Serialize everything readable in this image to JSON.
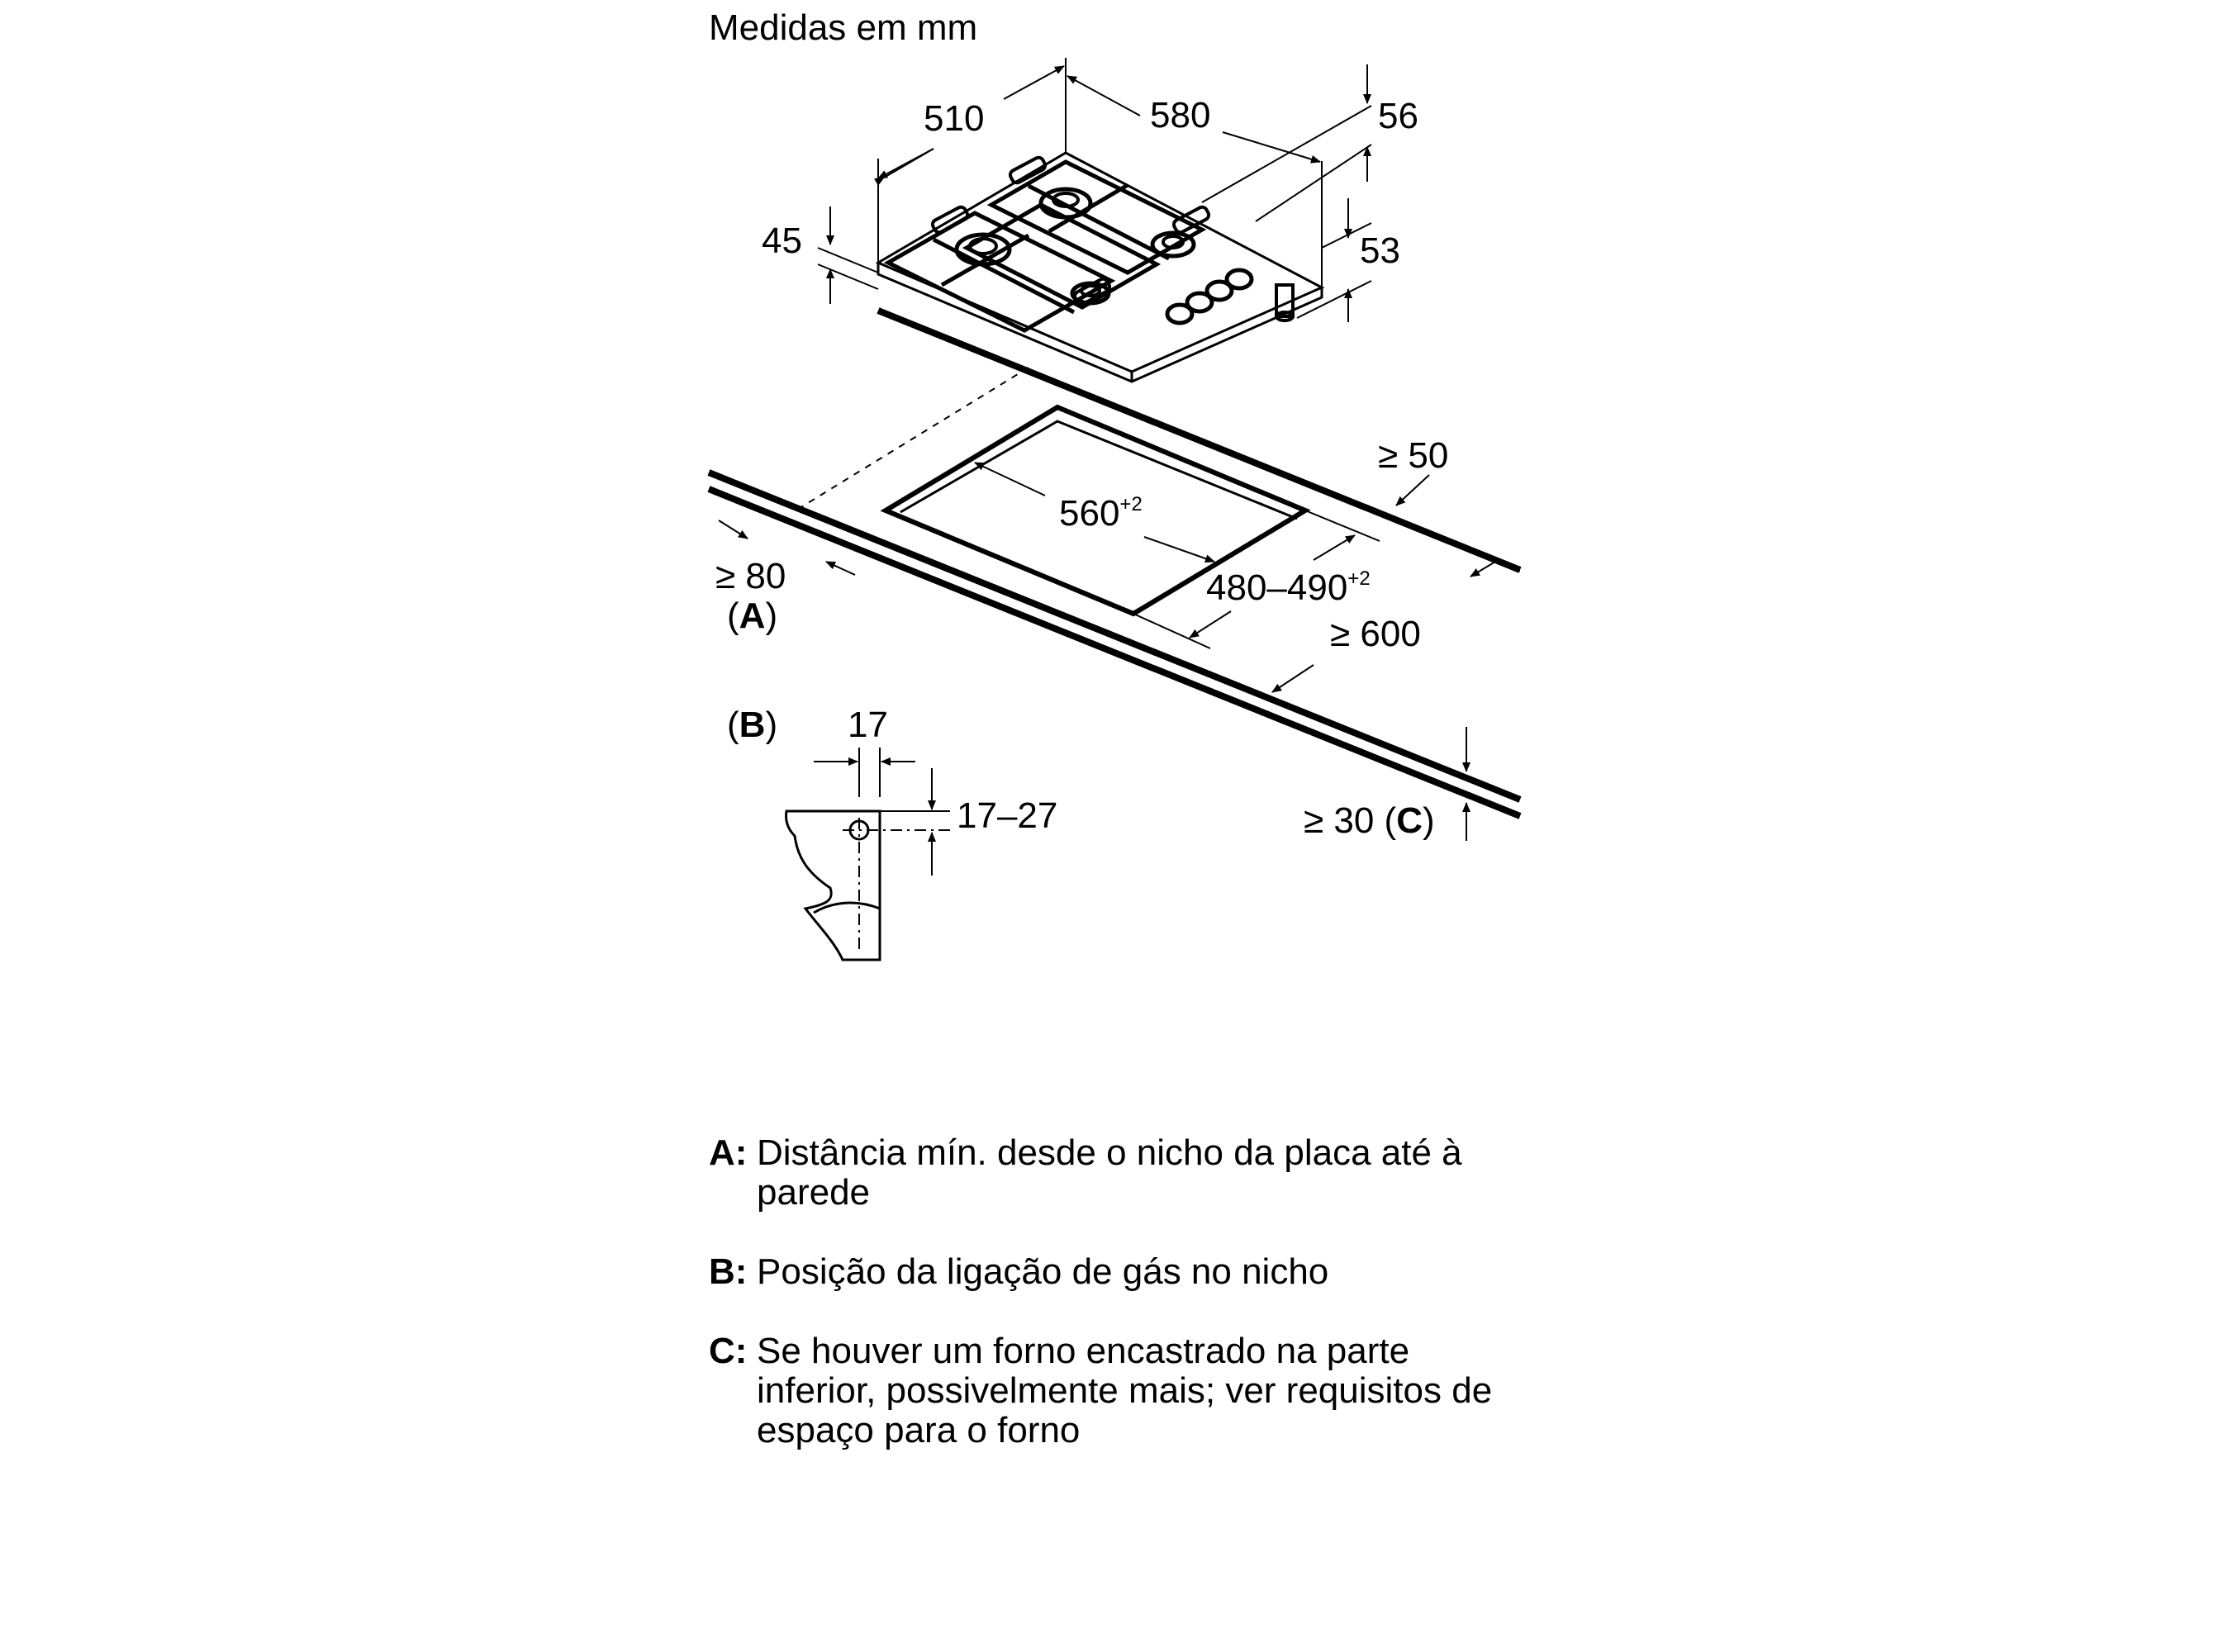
{
  "diagram": {
    "caption": "Medidas em mm",
    "dimensions": {
      "depth": "510",
      "width": "580",
      "height_right": "56",
      "height_left": "45",
      "leg_height": "53",
      "cutout_width": "560",
      "cutout_width_tol": "+2",
      "cutout_depth": "480–490",
      "cutout_depth_tol": "+2",
      "min_back": "≥ 50",
      "min_front": "≥ 80",
      "min_worktop": "≥ 600",
      "min_below": "≥ 30",
      "gas_offset": "17",
      "gas_height": "17–27"
    },
    "markers": {
      "A": "A",
      "B": "B",
      "C": "C"
    }
  },
  "legend": [
    {
      "key": "A:",
      "text": "Distância mín. desde o nicho da placa até à parede"
    },
    {
      "key": "B:",
      "text": "Posição da ligação de gás no nicho"
    },
    {
      "key": "C:",
      "text": "Se houver um forno encastrado na parte inferior, possivelmente mais; ver requisitos de espaço para o forno"
    }
  ]
}
